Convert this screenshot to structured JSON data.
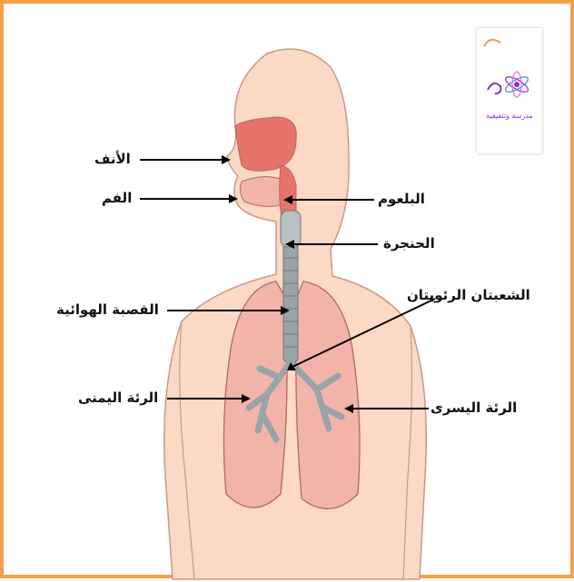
{
  "labels": {
    "nose": "الأنف",
    "mouth": "الفم",
    "pharynx": "البلعوم",
    "larynx": "الحنجرة",
    "trachea": "القصبة الهوائية",
    "bronchi": "الشعبتان الرئويتان",
    "right_lung": "الرئة اليمنى",
    "left_lung": "الرئة اليسرى"
  },
  "logo": {
    "text": "مدرسة وتثقيفية"
  },
  "colors": {
    "frame": "#f5a04a",
    "skin": "#fbd9c4",
    "skin_outline": "#c89a86",
    "lung": "#f2b4a8",
    "lung_outline": "#b06a60",
    "airway": "#e8736a",
    "trachea": "#9aa3a8"
  }
}
